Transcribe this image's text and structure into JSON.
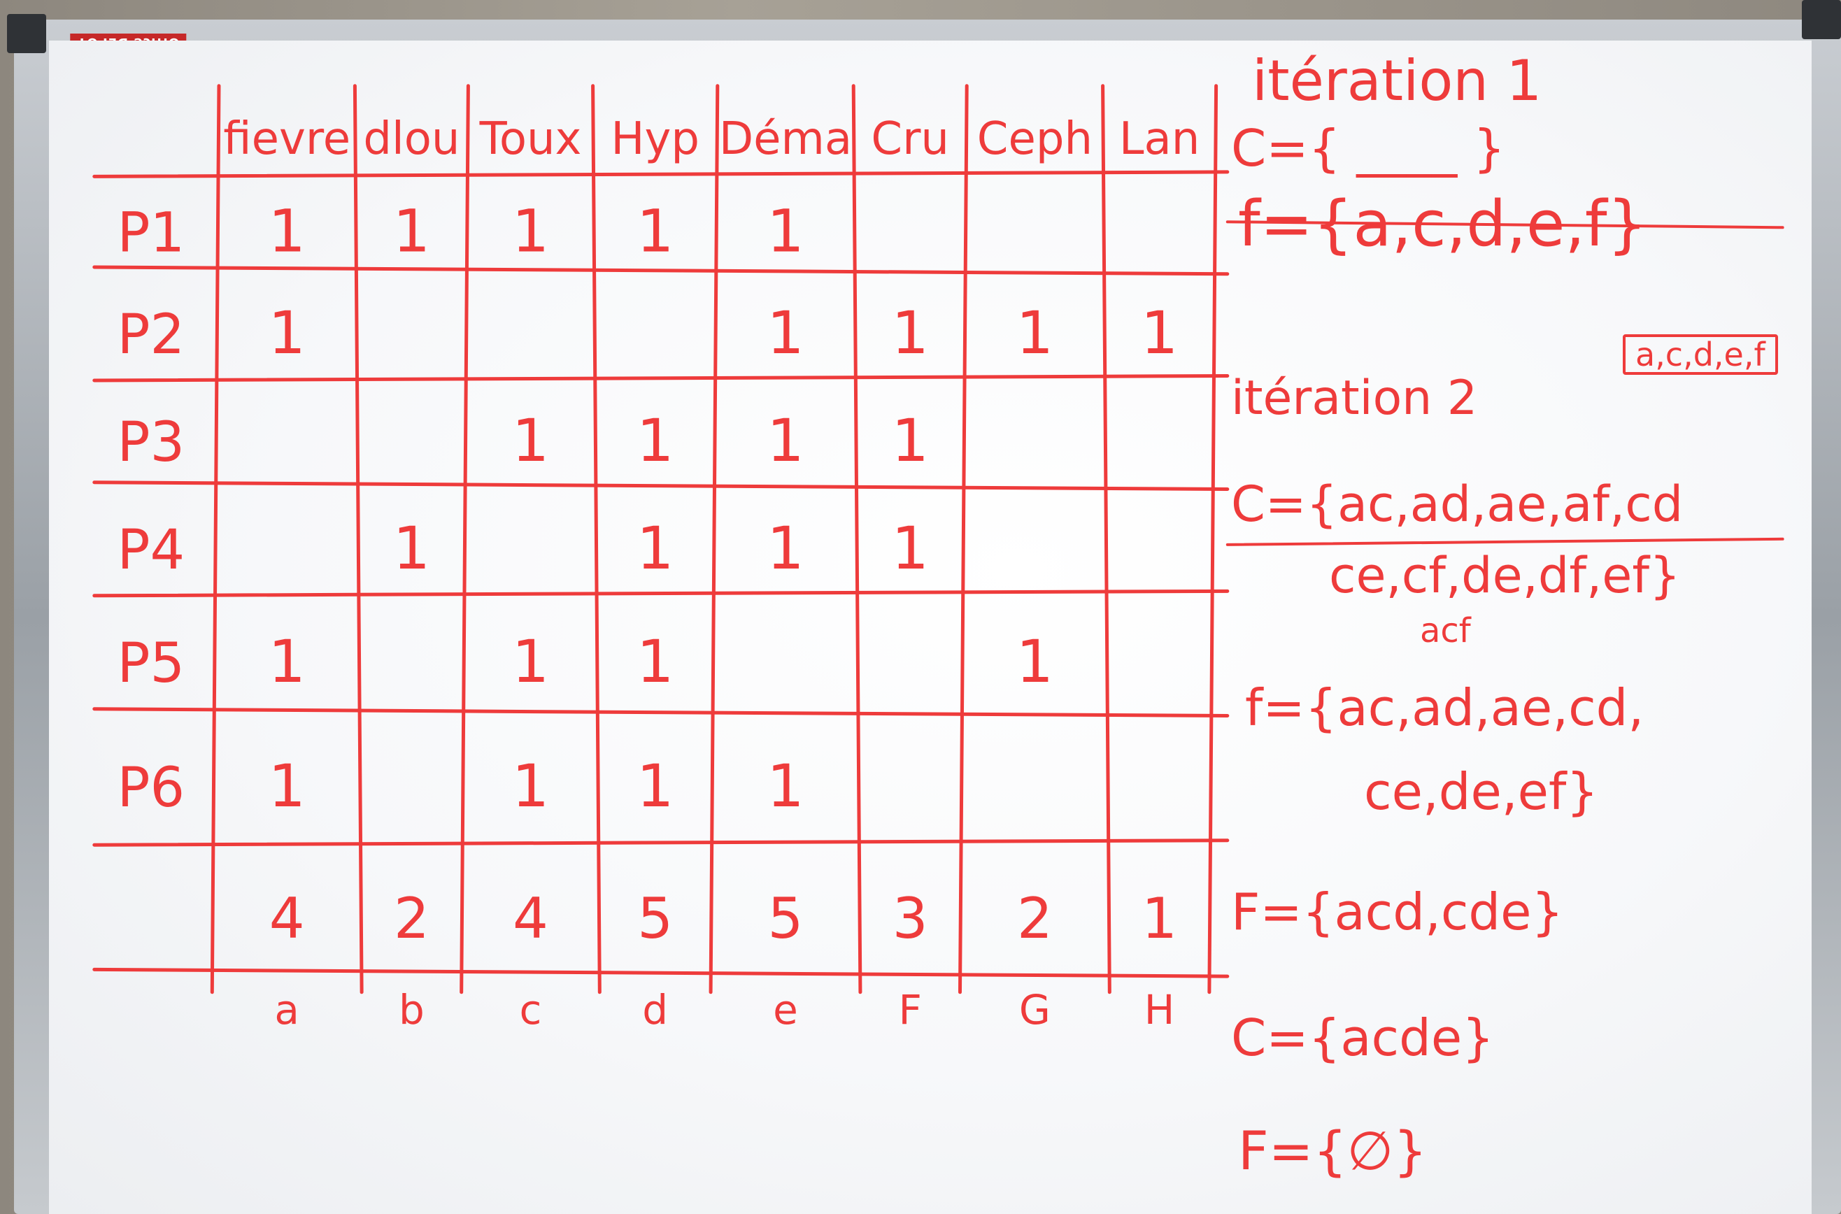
{
  "board": {
    "brand": "Office DEPOT",
    "marker_color": "#ee3b3b"
  },
  "table": {
    "columns": [
      "fievre",
      "dlou",
      "Toux",
      "Hyp",
      "Déma",
      "Cru",
      "Ceph",
      "Lan"
    ],
    "rows": [
      {
        "label": "P1",
        "values": [
          "1",
          "1",
          "1",
          "1",
          "1",
          "",
          "",
          ""
        ]
      },
      {
        "label": "P2",
        "values": [
          "1",
          "",
          "",
          "",
          "1",
          "1",
          "1",
          "1"
        ]
      },
      {
        "label": "P3",
        "values": [
          "",
          "",
          "1",
          "1",
          "1",
          "1",
          "",
          ""
        ]
      },
      {
        "label": "P4",
        "values": [
          "",
          "1",
          "",
          "1",
          "1",
          "1",
          "",
          ""
        ]
      },
      {
        "label": "P5",
        "values": [
          "1",
          "",
          "1",
          "1",
          "",
          "",
          "1",
          ""
        ]
      },
      {
        "label": "P6",
        "values": [
          "1",
          "",
          "1",
          "1",
          "1",
          "",
          "",
          ""
        ]
      }
    ],
    "totals": [
      "4",
      "2",
      "4",
      "5",
      "5",
      "3",
      "2",
      "1"
    ],
    "letters": [
      "a",
      "b",
      "c",
      "d",
      "e",
      "F",
      "G",
      "H"
    ]
  },
  "notes": {
    "it1_title": "itération 1",
    "it1_c": "C={ ____ }",
    "it1_f": "f={a,c,d,e,f}",
    "it2_title": "itération 2",
    "it2_box": "a,c,d,e,f",
    "it2_c1": "C={ac,ad,ae,af,cd",
    "it2_c2": "ce,cf,de,df,ef}",
    "it2_mid": "acf",
    "it2_f1": "f={ac,ad,ae,cd,",
    "it2_f2": "ce,de,ef}",
    "it3": "F={acd,cde}",
    "it4": "C={acde}",
    "it5": "F={∅}"
  }
}
